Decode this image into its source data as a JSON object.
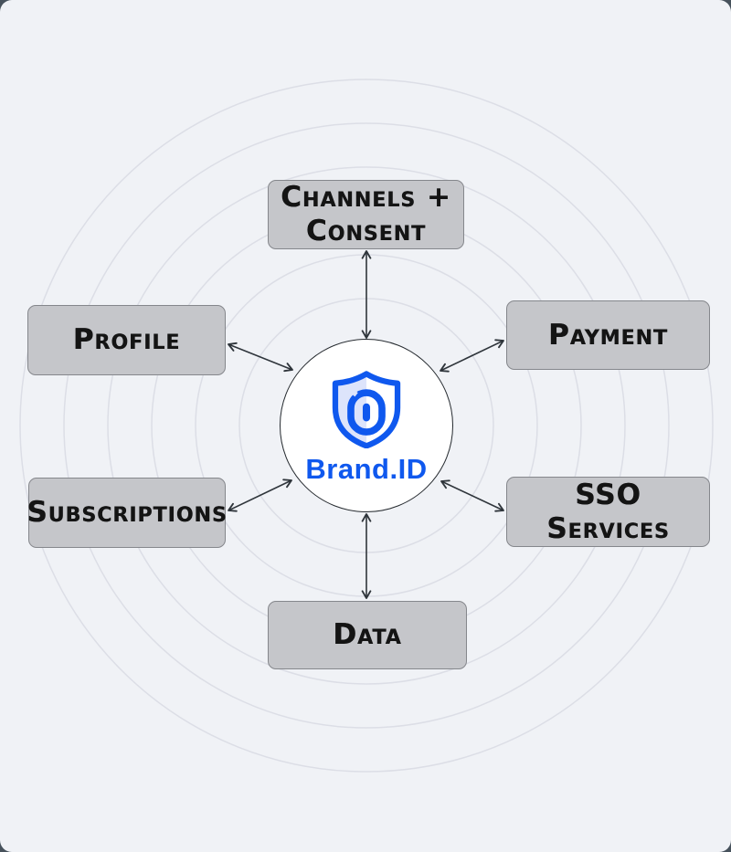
{
  "diagram": {
    "title": "Brand identity hub diagram",
    "hub": {
      "label": "Brand.ID",
      "icon": "shield-icon"
    },
    "nodes": [
      {
        "id": "channels-consent",
        "label": "Channels + Consent",
        "position": "top"
      },
      {
        "id": "profile",
        "label": "Profile",
        "position": "left-upper"
      },
      {
        "id": "payment",
        "label": "Payment",
        "position": "right-upper"
      },
      {
        "id": "subscriptions",
        "label": "Subscriptions",
        "position": "left-lower"
      },
      {
        "id": "sso-services",
        "label": "SSO Services",
        "position": "right-lower"
      },
      {
        "id": "data",
        "label": "Data",
        "position": "bottom"
      }
    ],
    "connections": [
      {
        "from": "hub",
        "to": "channels-consent",
        "bidirectional": true
      },
      {
        "from": "hub",
        "to": "profile",
        "bidirectional": true
      },
      {
        "from": "hub",
        "to": "payment",
        "bidirectional": true
      },
      {
        "from": "hub",
        "to": "subscriptions",
        "bidirectional": true
      },
      {
        "from": "hub",
        "to": "sso-services",
        "bidirectional": true
      },
      {
        "from": "hub",
        "to": "data",
        "bidirectional": true
      }
    ]
  },
  "colors": {
    "frame_bg": "#47525c",
    "canvas_bg": "#f0f2f6",
    "ring_color": "#dcdee6",
    "node_fill": "#c5c6ca",
    "node_border": "#85878c",
    "label_color": "#141414",
    "arrow_color": "#2f353b",
    "accent": "#0f58ee",
    "shield_left": "#dde4fb"
  }
}
